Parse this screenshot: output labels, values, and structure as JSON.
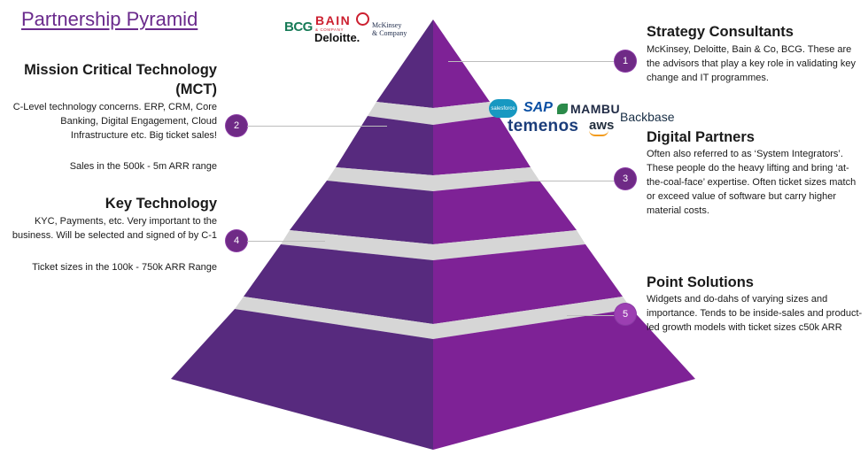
{
  "title": "Partnership Pyramid",
  "colors": {
    "left_face": "#572a7e",
    "right_face": "#7e2296",
    "band": "#d6d6d6",
    "badge": "#6f2a86",
    "title": "#6a2a8c"
  },
  "tiers": [
    {
      "number": "1",
      "heading": "Strategy Consultants",
      "body": "McKinsey, Deloitte, Bain & Co, BCG. These are the advisors that play a key role in validating key change and IT programmes."
    },
    {
      "number": "2",
      "heading_line1": "Mission Critical Technology",
      "heading_line2": "(MCT)",
      "body": "C-Level technology concerns. ERP, CRM, Core Banking, Digital Engagement, Cloud Infrastructure etc. Big ticket sales!",
      "note": "Sales in the 500k - 5m ARR range"
    },
    {
      "number": "3",
      "heading": "Digital Partners",
      "body": "Often also referred to as ‘System Integrators’. These people do the heavy lifting and bring ‘at-the-coal-face’ expertise. Often ticket sizes match or exceed value of software but carry higher material costs."
    },
    {
      "number": "4",
      "heading": "Key Technology",
      "body": "KYC, Payments, etc. Very important to the business. Will be selected and signed of by C-1",
      "note": "Ticket sizes in the 100k - 750k ARR Range"
    },
    {
      "number": "5",
      "heading": "Point Solutions",
      "body": "Widgets and do-dahs of varying sizes and importance. Tends to be inside-sales and product-led growth models with ticket sizes c50k ARR"
    }
  ],
  "logos": {
    "bcg": "BCG",
    "bain": "BAIN",
    "bain_sub": "& COMPANY",
    "deloitte": "Deloitte.",
    "mckinsey_line1": "McKinsey",
    "mckinsey_line2": "& Company",
    "salesforce": "salesforce",
    "sap": "SAP",
    "mambu": "MAMBU",
    "backbase": "Backbase",
    "temenos": "temenos",
    "aws": "aws"
  }
}
